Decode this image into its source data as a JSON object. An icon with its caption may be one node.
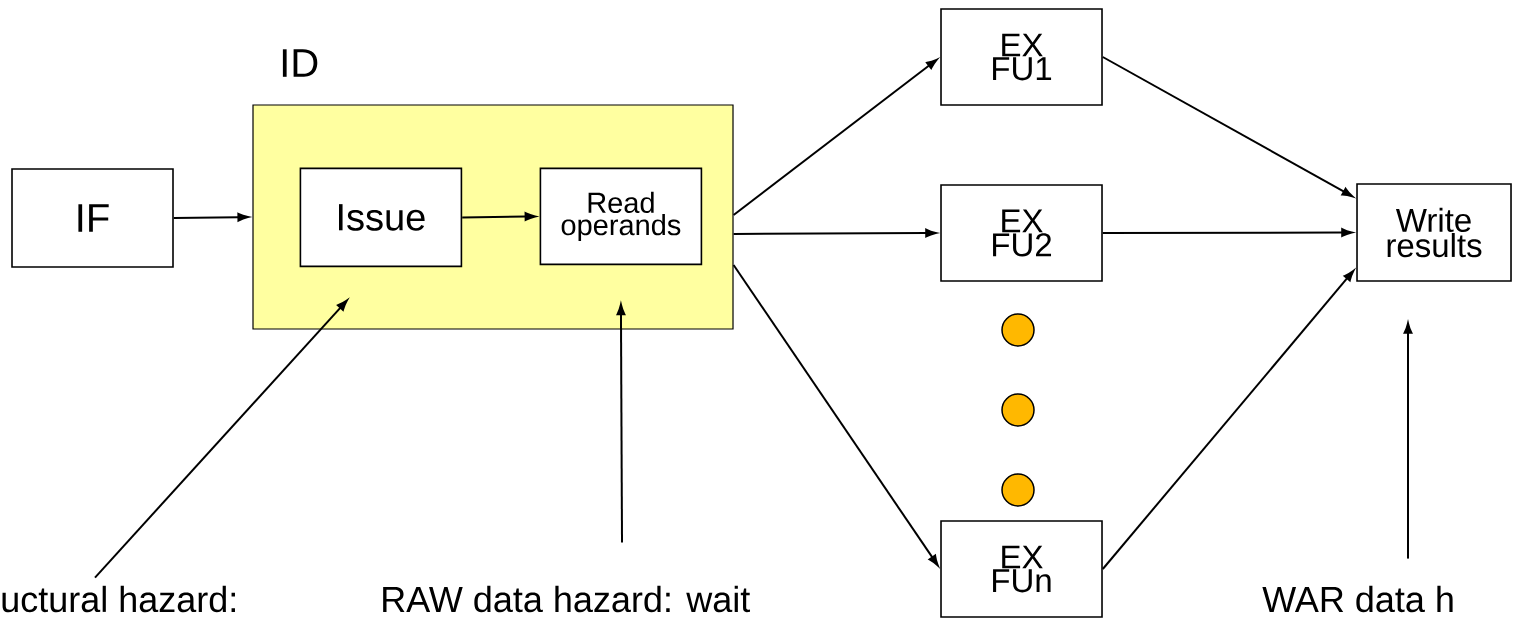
{
  "diagram": {
    "nodes": [
      {
        "text": [
          "IF"
        ]
      },
      {
        "text": [
          "ID"
        ]
      },
      {
        "text": [
          "Issue"
        ],
        "in": 1
      },
      {
        "text": [
          "Read operands"
        ],
        "in": 1
      },
      {
        "text": [
          "EX FU1"
        ]
      },
      {
        "text": [
          "EX FU2"
        ]
      },
      {
        "text": [
          "EX FUn"
        ]
      },
      {
        "text": [
          "Write results"
        ]
      },
      {
        "text": [
          "uctural hazard:"
        ]
      },
      {
        "text": [
          "RAW data hazard: wait"
        ]
      },
      {
        "text": [
          "WAR data h"
        ]
      }
    ],
    "edges": [
      {
        "from": 0,
        "to": 1,
        "arrow": "to"
      },
      {
        "from": 2,
        "to": 3,
        "arrow": "to"
      },
      {
        "from": 1,
        "to": 4,
        "arrow": "to"
      },
      {
        "from": 1,
        "to": 5,
        "arrow": "to"
      },
      {
        "from": 1,
        "to": 6,
        "arrow": "to"
      },
      {
        "from": 4,
        "to": 7,
        "arrow": "to"
      },
      {
        "from": 5,
        "to": 7,
        "arrow": "to"
      },
      {
        "from": 6,
        "to": 7,
        "arrow": "to"
      },
      {
        "from": 8,
        "to": 2,
        "arrow": "to"
      },
      {
        "from": 9,
        "to": 3,
        "arrow": "to"
      },
      {
        "from": 10,
        "to": 7,
        "arrow": "to"
      }
    ]
  }
}
